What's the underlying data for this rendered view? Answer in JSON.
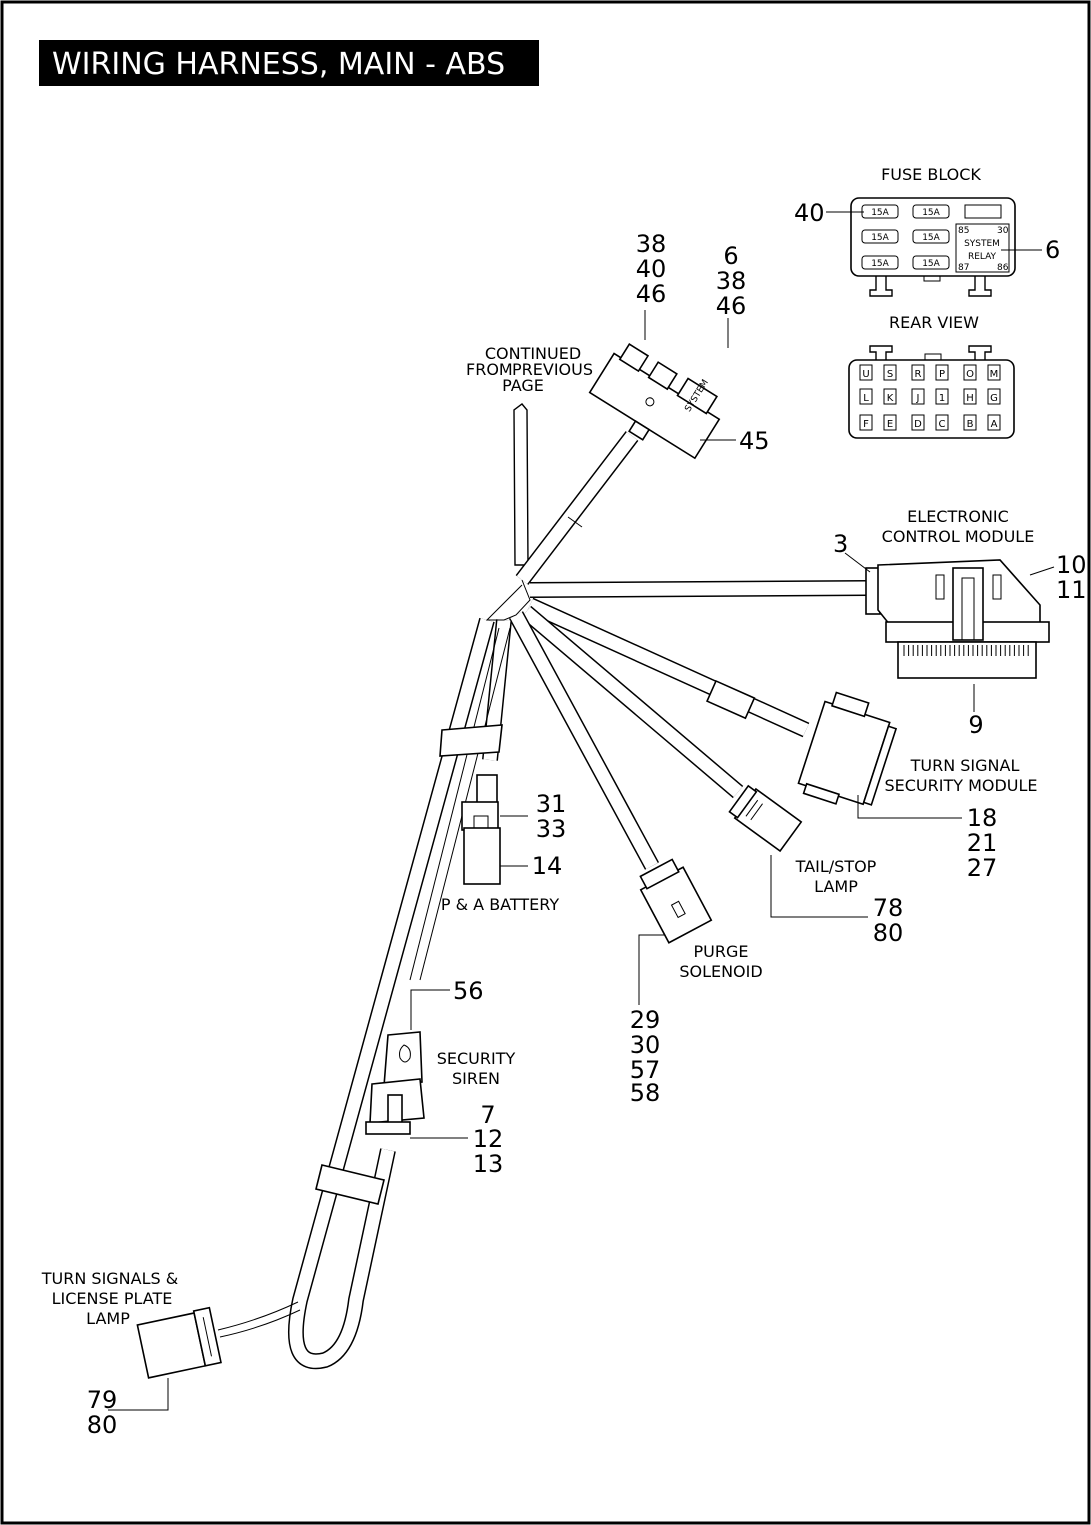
{
  "title": "WIRING HARNESS, MAIN - ABS",
  "fuse_block": {
    "label": "FUSE BLOCK",
    "fuses": [
      "15A",
      "15A",
      "15A",
      "15A",
      "15A",
      "15A"
    ],
    "relay": {
      "line1": "SYSTEM",
      "line2": "RELAY",
      "pins": [
        "85",
        "30",
        "87",
        "86"
      ]
    },
    "callout_left": "40",
    "callout_right": "6"
  },
  "rear_view": {
    "label": "REAR VIEW",
    "rows": [
      [
        "U",
        "S",
        "R",
        "P",
        "O",
        "M"
      ],
      [
        "L",
        "K",
        "J",
        "1",
        "H",
        "G"
      ],
      [
        "F",
        "E",
        "D",
        "C",
        "B",
        "A"
      ]
    ]
  },
  "continued": {
    "line1": "CONTINUED",
    "line2a": "FROM",
    "line2b": "PREVIOUS",
    "line3": "PAGE"
  },
  "fuse_connector": {
    "callouts_left": [
      "38",
      "40",
      "46"
    ],
    "callouts_right": [
      "6",
      "38",
      "46"
    ],
    "callout_bottom": "45",
    "system_text": "SYSTEM"
  },
  "ecm": {
    "line1": "ELECTRONIC",
    "line2": "CONTROL MODULE",
    "callout_left": "3",
    "callouts_right": [
      "10",
      "11"
    ],
    "callout_bottom": "9"
  },
  "tssm": {
    "line1": "TURN SIGNAL",
    "line2": "SECURITY MODULE",
    "callouts": [
      "18",
      "21",
      "27"
    ]
  },
  "tail_stop": {
    "line1": "TAIL/STOP",
    "line2": "LAMP",
    "callouts": [
      "78",
      "80"
    ]
  },
  "battery": {
    "label": "P & A BATTERY",
    "callouts_upper": [
      "31",
      "33"
    ],
    "callout_lower": "14"
  },
  "purge": {
    "line1": "PURGE",
    "line2": "SOLENOID",
    "callouts": [
      "29",
      "30",
      "57",
      "58"
    ]
  },
  "siren": {
    "line1": "SECURITY",
    "line2": "SIREN",
    "callout_top": "56",
    "callouts": [
      "7",
      "12",
      "13"
    ]
  },
  "turn_signals": {
    "line1": "TURN SIGNALS &",
    "line2": "LICENSE PLATE",
    "line3": "LAMP",
    "callouts": [
      "79",
      "80"
    ]
  }
}
